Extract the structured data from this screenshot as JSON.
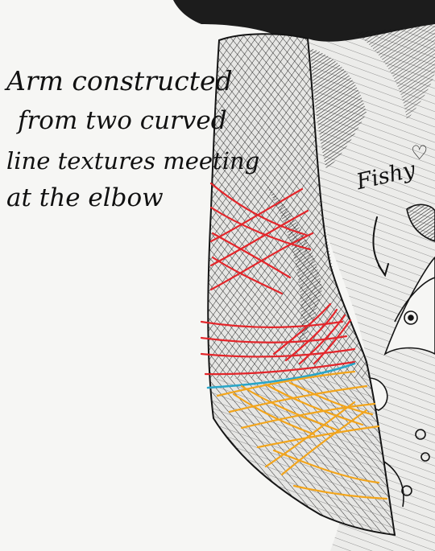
{
  "annotation": {
    "lines": [
      "Arm constructed",
      "from two curved",
      "line textures meeting",
      "at the elbow"
    ]
  },
  "fishy": {
    "label": "Fishy",
    "icon": "heart-icon",
    "pointer_icon": "arrow-down-icon"
  },
  "colors": {
    "ink": "#141414",
    "paper": "#f6f6f4",
    "upper_arm_strokes": "#e3262b",
    "elbow_line": "#2aa6c8",
    "forearm_strokes": "#f2a51c"
  }
}
